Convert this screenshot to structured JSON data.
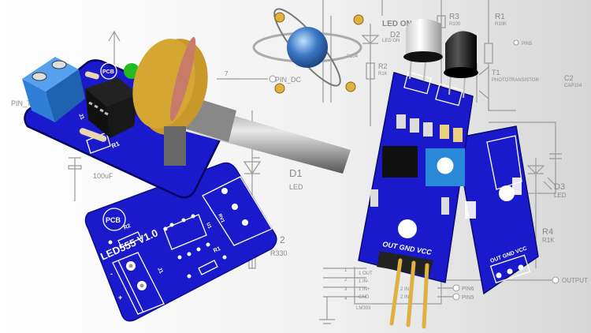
{
  "schematic": {
    "labels": {
      "led_on": "LED ON",
      "d2": "D2",
      "d2_val": "LED ON",
      "r3": "R3",
      "r3_val": "R100",
      "r1": "R1",
      "r1_val": "R10K",
      "pin5_top": "PIN5",
      "t1": "T1",
      "t1_val": "PHOTOTRANSISTOR",
      "c2": "C2",
      "c2_val": "CAP104",
      "r2_top": "R2",
      "r2_top_val": "R1K",
      "cap_ref": "P104",
      "pin_dc": "PIN_DC",
      "pin_t": "PIN_T",
      "net7": "7",
      "c_val": "100uF",
      "d1": "D1",
      "d1_val": "LED",
      "r330": "R330",
      "r2_num": "2",
      "d3": "D3",
      "d3_val": "LED",
      "r4": "R4",
      "r4_val": "R1K",
      "output": "OUTPUT",
      "pin6": "PIN6",
      "pin5": "PIN5",
      "ic_pins": [
        "1",
        "2",
        "3",
        "4"
      ],
      "ic_pin_names": [
        "1 OUT",
        "1 IN-",
        "1 IN+",
        "GND"
      ],
      "ic_pin_names_right": [
        "2 IN",
        "2 IN"
      ],
      "ic": "LM393"
    }
  },
  "pcb_left": {
    "logo": "PCB",
    "r1": "R1",
    "j1": "J1"
  },
  "pcb_bottom": {
    "logo": "PCB",
    "title": "LED555 V1.0",
    "r1": "R1",
    "r2": "R2",
    "j1": "J1",
    "rv1": "RV1",
    "u1": "U1",
    "minus": "-",
    "plus": "+"
  },
  "sensor_module": {
    "pins_label": "OUT GND VCC"
  },
  "sensor_module_2": {
    "pins_label": "OUT GND VCC"
  },
  "colors": {
    "pcb_blue": "#1a1acc",
    "terminal_blue": "#2f7fd6",
    "gold": "#e0b040",
    "pot_yellow": "#d6a632",
    "background": "#eeeeee"
  }
}
